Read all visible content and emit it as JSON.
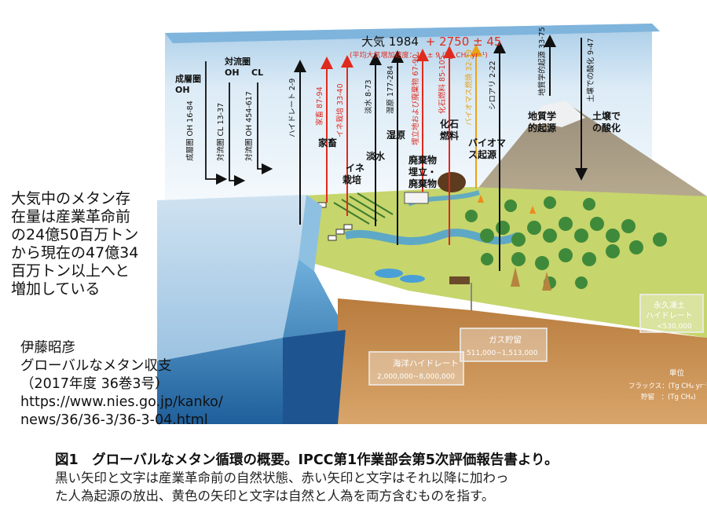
{
  "header": {
    "atmos_black": "大気 1984",
    "atmos_red": "+ 2750 ± 45",
    "atmos_sub": "(平均大気増加速度：17 ± 9 (Tg CH₄ yr⁻¹)"
  },
  "sinks": {
    "strat_title": "成層圏",
    "strat_oh": "OH",
    "trop_title": "対流圏",
    "trop_oh": "OH",
    "trop_cl": "CL",
    "v1": "成層圏 OH 16-84",
    "v2": "対流圏 CL 13-37",
    "v3": "対流圏 OH 454-617"
  },
  "fluxes": {
    "hydrate": "ハイドレート 2-9",
    "livestock": "家畜 87-94",
    "rice": "イネ栽培 33-40",
    "freshwater": "淡水 8-73",
    "wetland": "湿原 177-284",
    "landfill": "埋立地および廃棄物 67-90",
    "fossil": "化石燃料 85-105",
    "biomass": "バイオマス燃焼 32-39",
    "termites": "シロアリ 2-22",
    "geologic": "地質学的起源 33-75",
    "soil": "土壌での酸化 9-47"
  },
  "labels": {
    "livestock": "家畜",
    "rice_1": "イネ",
    "rice_2": "栽培",
    "freshwater": "淡水",
    "wetland": "湿原",
    "landfill_1": "廃棄物",
    "landfill_2": "埋立・",
    "landfill_3": "廃棄物",
    "fossil_1": "化石",
    "fossil_2": "燃料",
    "biomass_1": "バイオマ",
    "biomass_2": "ス起源",
    "geo_1": "地質学",
    "geo_2": "的起源",
    "soil_1": "土壌で",
    "soil_2": "の酸化"
  },
  "reservoirs": {
    "ocean_hydrate_name": "海洋ハイドレート",
    "ocean_hydrate_value": "2,000,000~8,000,000",
    "gas_name": "ガス貯留",
    "gas_value": "511,000~1,513,000",
    "permafrost_name_1": "永久凍土",
    "permafrost_name_2": "ハイドレート",
    "permafrost_value": "<530,000",
    "units_title": "単位",
    "units_flux": "フラックス：(Tg CH₄ yr⁻¹)",
    "units_storage": "貯留　：(Tg CH₄)"
  },
  "side_text": [
    "大気中のメタン存",
    "在量は産業革命前",
    "の24億50百万トン",
    "から現在の47億34",
    "百万トン以上へと",
    "増加している"
  ],
  "citation": [
    "伊藤昭彦",
    "グローバルなメタン収支",
    "（2017年度 36巻3号）",
    "https://www.nies.go.jp/kanko/",
    "news/36/36-3/36-3-04.html"
  ],
  "caption": {
    "title": "図1　グローバルなメタン循環の概要。IPCC第1作業部会第5次評価報告書より。",
    "line1": "黒い矢印と文字は産業革命前の自然状態、赤い矢印と文字はそれ以降に加わっ",
    "line2": "た人為起源の放出、黄色の矢印と文字は自然と人為を両方含むものを指す。"
  },
  "colors": {
    "natural": "#111111",
    "anthropogenic": "#e02a1e",
    "mixed": "#e8a317",
    "sky_top": "#9fc7e6",
    "ocean": "#5a9fd0",
    "land": "#c9d86a",
    "soil": "#a86b32"
  }
}
